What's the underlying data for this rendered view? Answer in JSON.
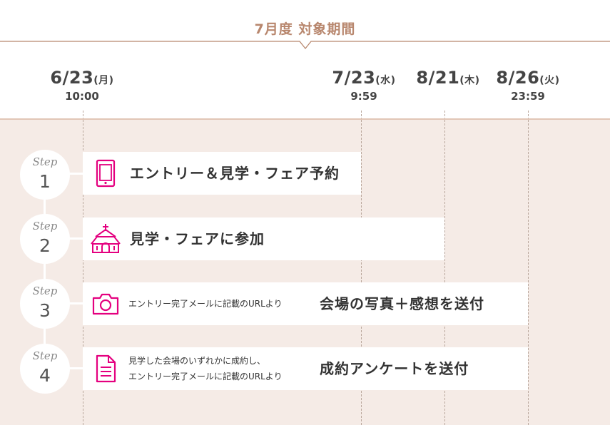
{
  "header": {
    "period_title": "7月度 対象期間",
    "dates": [
      {
        "date": "6/23",
        "dow": "(月)",
        "time": "10:00"
      },
      {
        "date": "7/23",
        "dow": "(水)",
        "time": "9:59"
      },
      {
        "date": "8/21",
        "dow": "(木)",
        "time": ""
      },
      {
        "date": "8/26",
        "dow": "(火)",
        "time": "23:59"
      }
    ]
  },
  "steps": [
    {
      "word": "Step",
      "number": "1",
      "icon": "smartphone-icon",
      "label": "エントリー＆見学・フェア予約",
      "note_lines": []
    },
    {
      "word": "Step",
      "number": "2",
      "icon": "chapel-icon",
      "label": "見学・フェアに参加",
      "note_lines": []
    },
    {
      "word": "Step",
      "number": "3",
      "icon": "camera-icon",
      "label": "会場の写真＋感想を送付",
      "note_lines": [
        "エントリー完了メールに記載のURLより"
      ]
    },
    {
      "word": "Step",
      "number": "4",
      "icon": "document-icon",
      "label": "成約アンケートを送付",
      "note_lines": [
        "見学した会場のいずれかに成約し、",
        "エントリー完了メールに記載のURLより"
      ]
    }
  ],
  "colors": {
    "accent": "#e4007f",
    "title": "#b8876e",
    "background": "#f5ebe6",
    "border": "#e1c6b6"
  }
}
